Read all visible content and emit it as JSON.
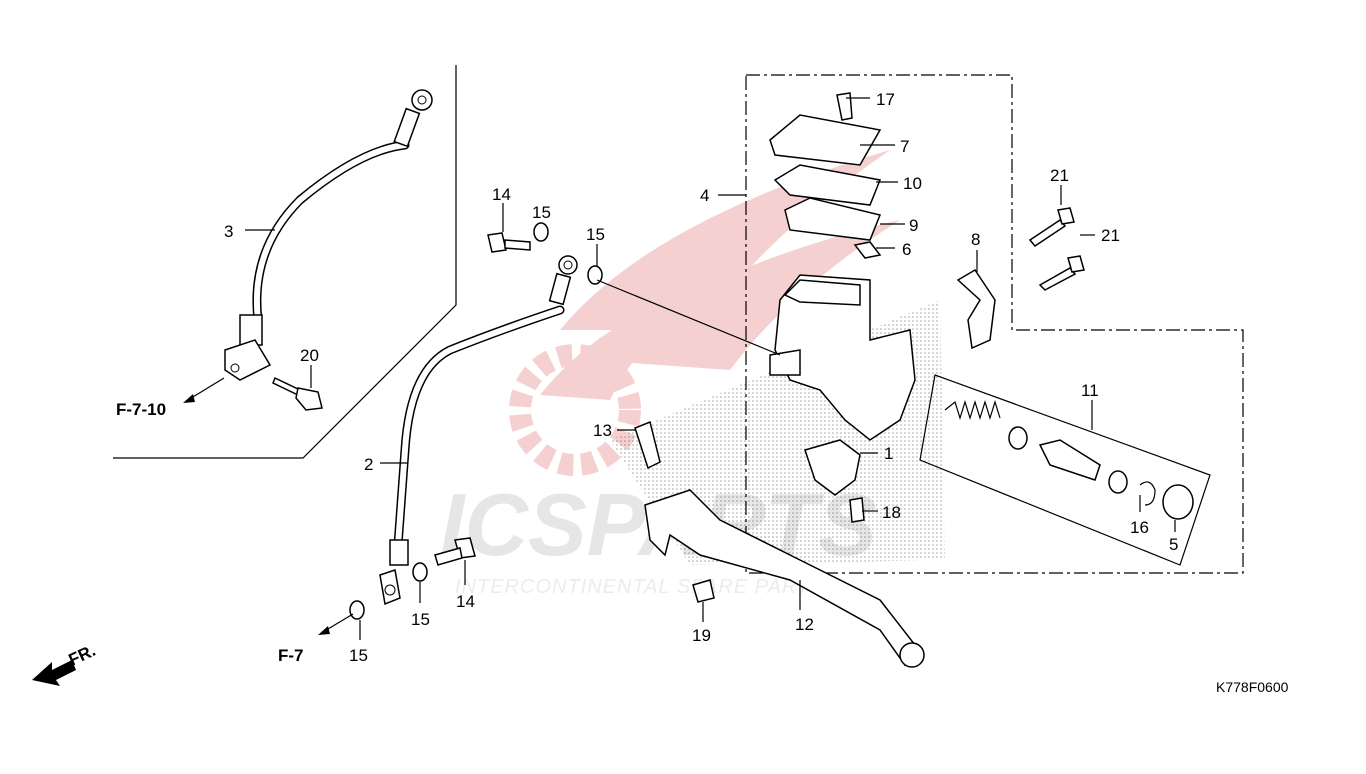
{
  "watermark": {
    "brand": "ICSPARTS",
    "tagline": "INTERCONTINENTAL SPARE PARTS"
  },
  "diagram_code": "K778F0600",
  "direction_label": "FR.",
  "references": {
    "f7": "F-7",
    "f710": "F-7-10"
  },
  "callouts": {
    "c1": "1",
    "c2": "2",
    "c3": "3",
    "c4": "4",
    "c5": "5",
    "c6": "6",
    "c7": "7",
    "c8": "8",
    "c9": "9",
    "c10": "10",
    "c11": "11",
    "c12": "12",
    "c13": "13",
    "c14a": "14",
    "c14b": "14",
    "c15a": "15",
    "c15b": "15",
    "c15c": "15",
    "c15d": "15",
    "c16": "16",
    "c17": "17",
    "c18": "18",
    "c19": "19",
    "c20": "20",
    "c21a": "21",
    "c21b": "21"
  },
  "colors": {
    "watermark_red": "#f3c3c3",
    "watermark_gray": "#e6e6e6",
    "line": "#000000"
  }
}
